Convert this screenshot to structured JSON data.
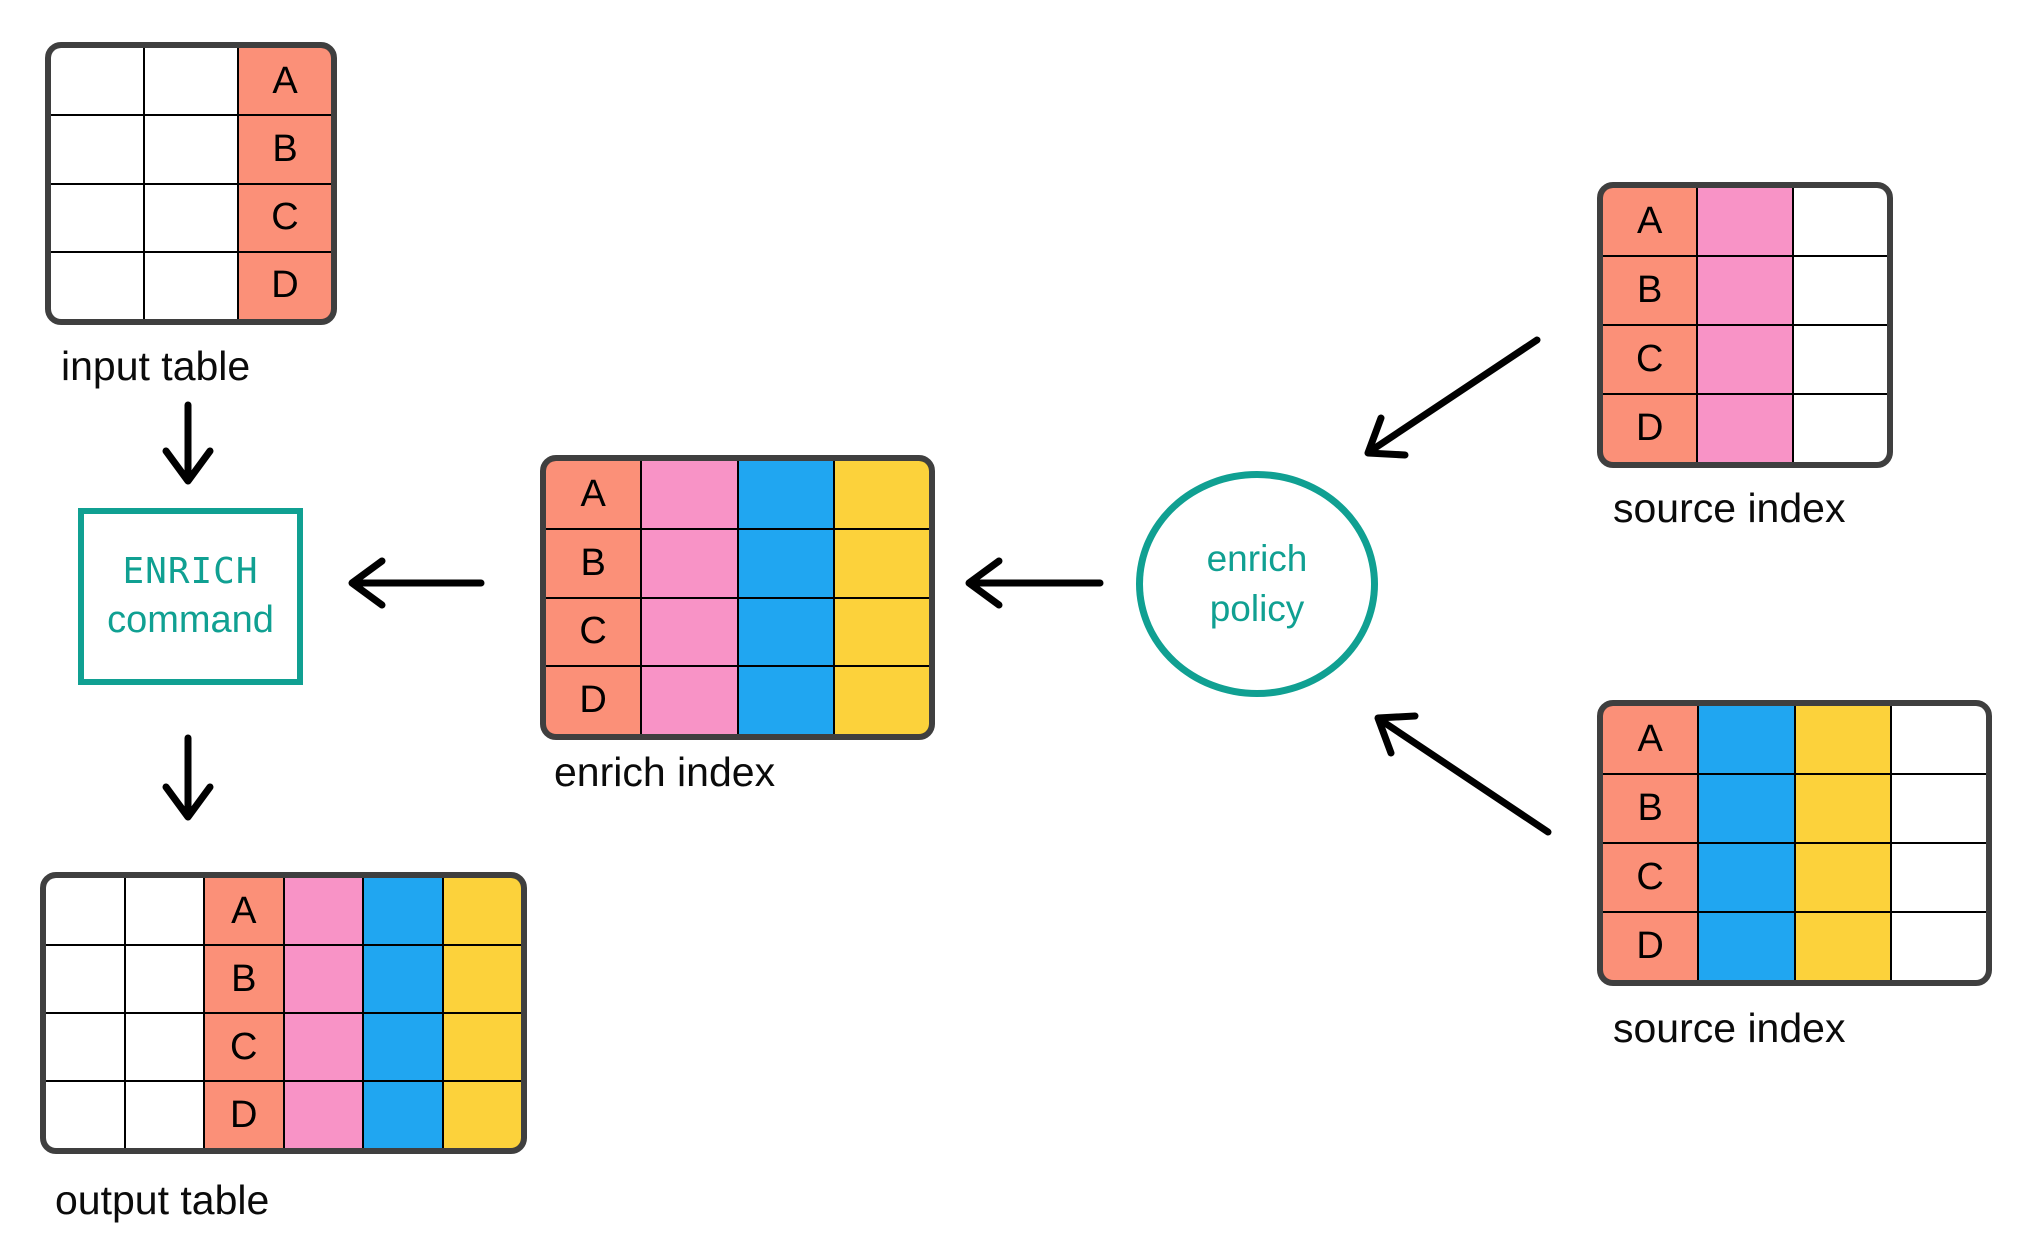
{
  "colors": {
    "salmon": "#FB9078",
    "pink": "#F893C6",
    "blue": "#20A6F1",
    "yellow": "#FCD23B",
    "teal": "#10A092",
    "border_dark": "#3F3F3F",
    "line_black": "#000000",
    "text_dark": "#0B0B0B",
    "white": "#FFFFFF"
  },
  "row_keys": [
    "A",
    "B",
    "C",
    "D"
  ],
  "nodes": {
    "enrich_command": {
      "line1": "ENRICH",
      "line2": "command"
    },
    "enrich_policy": {
      "line1": "enrich",
      "line2": "policy"
    }
  },
  "tables": {
    "input_table": {
      "label": "input table",
      "columns": [
        {
          "fill": "white",
          "letters": false
        },
        {
          "fill": "white",
          "letters": false
        },
        {
          "fill": "salmon",
          "letters": true
        }
      ]
    },
    "enrich_index": {
      "label": "enrich index",
      "columns": [
        {
          "fill": "salmon",
          "letters": true
        },
        {
          "fill": "pink",
          "letters": false
        },
        {
          "fill": "blue",
          "letters": false
        },
        {
          "fill": "yellow",
          "letters": false
        }
      ]
    },
    "source_index_top": {
      "label": "source index",
      "columns": [
        {
          "fill": "salmon",
          "letters": true
        },
        {
          "fill": "pink",
          "letters": false
        },
        {
          "fill": "white",
          "letters": false
        }
      ]
    },
    "source_index_bottom": {
      "label": "source index",
      "columns": [
        {
          "fill": "salmon",
          "letters": true
        },
        {
          "fill": "blue",
          "letters": false
        },
        {
          "fill": "yellow",
          "letters": false
        },
        {
          "fill": "white",
          "letters": false
        }
      ]
    },
    "output_table": {
      "label": "output table",
      "columns": [
        {
          "fill": "white",
          "letters": false
        },
        {
          "fill": "white",
          "letters": false
        },
        {
          "fill": "salmon",
          "letters": true
        },
        {
          "fill": "pink",
          "letters": false
        },
        {
          "fill": "blue",
          "letters": false
        },
        {
          "fill": "yellow",
          "letters": false
        }
      ]
    }
  }
}
